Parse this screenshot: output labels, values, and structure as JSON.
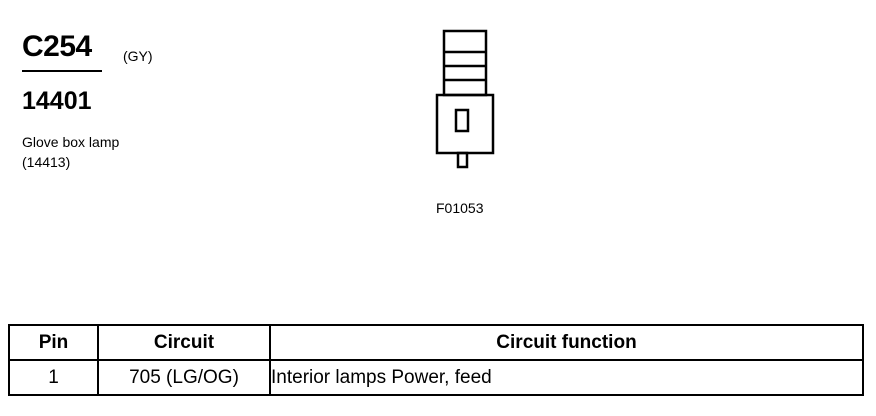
{
  "connector": {
    "id": "C254",
    "color": "(GY)",
    "part_number": "14401",
    "component_name": "Glove box lamp",
    "component_part": "(14413)"
  },
  "figure": {
    "code": "F01053"
  },
  "pin_table": {
    "headers": {
      "pin": "Pin",
      "circuit": "Circuit",
      "function": "Circuit function"
    },
    "rows": [
      {
        "pin": "1",
        "circuit": "705 (LG/OG)",
        "function": "Interior lamps Power, feed"
      }
    ]
  }
}
